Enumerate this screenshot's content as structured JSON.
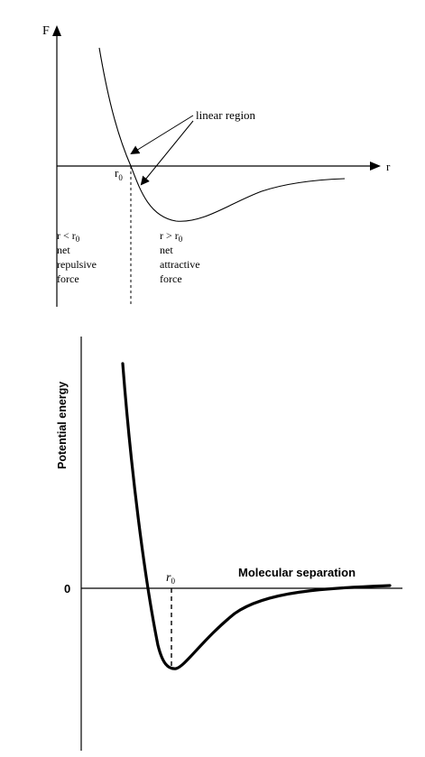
{
  "force_diagram": {
    "y_axis_label": "F",
    "x_axis_label": "r",
    "r0_main": "r",
    "r0_sub": "0",
    "linear_region_label": "linear region",
    "left_region": {
      "line1_main": "r < r",
      "line1_sub": "0",
      "line2": "net",
      "line3": "repulsive",
      "line4": "force"
    },
    "right_region": {
      "line1_main": "r > r",
      "line1_sub": "0",
      "line2": "net",
      "line3": "attractive",
      "line4": "force"
    }
  },
  "energy_diagram": {
    "y_axis_label": "Potential energy",
    "x_axis_label": "Molecular separation",
    "zero_label": "0",
    "r0_main": "r",
    "r0_sub": "0"
  }
}
